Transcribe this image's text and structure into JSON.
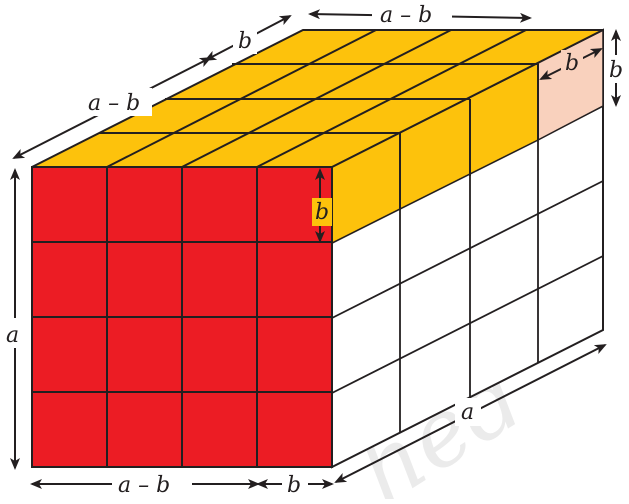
{
  "diagram": {
    "labels": {
      "top_edge": "a – b",
      "top_depth": "b",
      "left_top_edge": "a – b",
      "left_depth": "b",
      "right_depth": "b",
      "right_height": "b",
      "inner_height": "b",
      "front_height": "a",
      "bottom_front": "a – b",
      "bottom_corner": "b",
      "bottom_depth": "a"
    },
    "watermark": "hed",
    "colors": {
      "front_face": "#ec1c24",
      "top_face": "#fdc20c",
      "top_corner_block": "#f9d1bd",
      "side_face": "#ffffff",
      "lines": "#231f20"
    }
  }
}
